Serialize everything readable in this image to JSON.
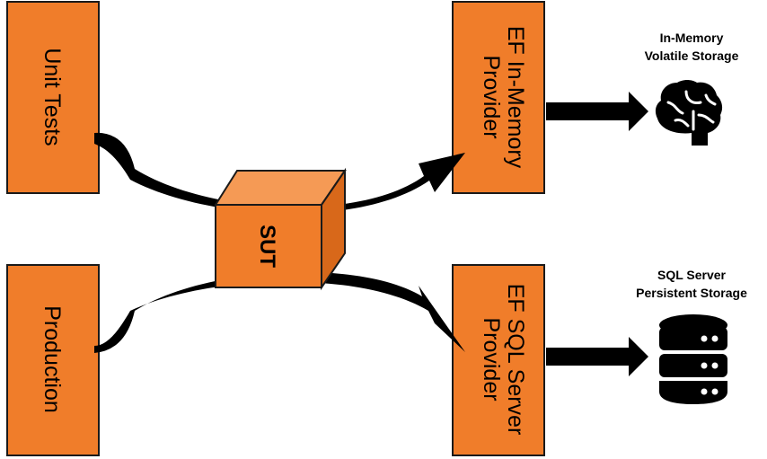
{
  "boxes": {
    "unit_tests": "Unit Tests",
    "production": "Production",
    "ef_inmemory": [
      "EF In-Memory",
      "Provider"
    ],
    "ef_sqlserver": [
      "EF SQL Server",
      "Provider"
    ],
    "sut": "SUT"
  },
  "captions": {
    "inmemory": [
      "In-Memory",
      "Volatile Storage"
    ],
    "sqlserver": [
      "SQL Server",
      "Persistent Storage"
    ]
  },
  "icons": {
    "brain": "brain-icon",
    "database": "database-icon"
  },
  "colors": {
    "box_fill": "#f07d2a",
    "cube_front": "#f07d2a",
    "cube_top": "#f59a55",
    "cube_side": "#d8681a",
    "border": "#1a1a1a",
    "arrow": "#000000"
  }
}
